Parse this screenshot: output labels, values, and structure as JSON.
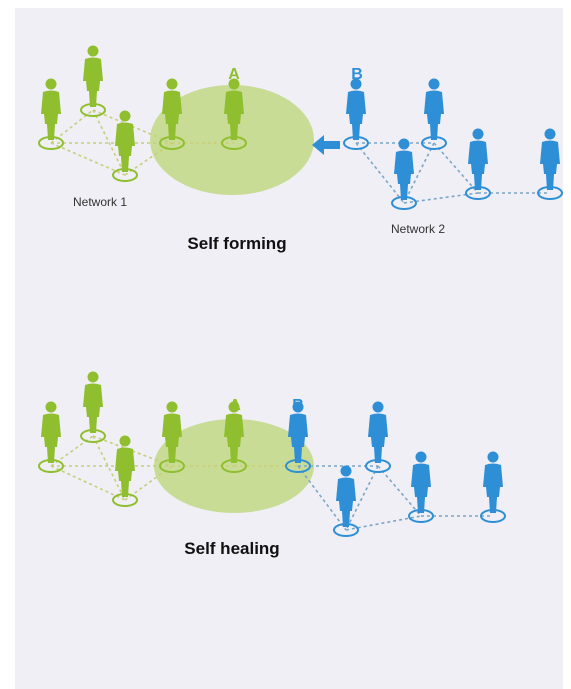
{
  "colors": {
    "network1": "#8fbf2e",
    "network1_ring": "#8fbf2e",
    "network2": "#2f8fd6",
    "network2_ring": "#2f8fd6",
    "overlap_zone": "#c8dc96",
    "label_a": "#8fbf2e",
    "label_b": "#2f8fd6",
    "link_green": "#c7cf7a",
    "link_blue": "#7aa6c8",
    "arrow": "#2f8fd6"
  },
  "top": {
    "network1_label": "Network 1",
    "network2_label": "Network 2",
    "caption": "Self forming",
    "node_a_label": "A",
    "node_b_label": "B",
    "arrow_icon": "arrow-left-icon"
  },
  "bottom": {
    "caption": "Self healing",
    "node_a_label": "A",
    "node_b_label": "B"
  },
  "icons": {
    "person": "person-icon"
  }
}
